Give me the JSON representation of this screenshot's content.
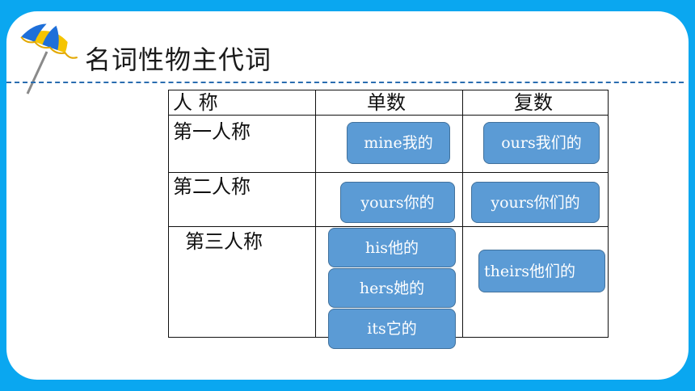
{
  "title": "名词性物主代词",
  "table": {
    "headers": [
      "人 称",
      "单数",
      "复数"
    ],
    "rows": [
      {
        "person": "第一人称",
        "singular": [
          "mine我的"
        ],
        "plural": "ours我们的"
      },
      {
        "person": "第二人称",
        "singular": [
          "yours你的"
        ],
        "plural": "yours你们的"
      },
      {
        "person": "第三人称",
        "singular": [
          "his他的",
          "hers她的",
          "its它的"
        ],
        "plural": "theirs他们的"
      }
    ]
  },
  "colors": {
    "background": "#0aa7f0",
    "pill": "#5b9bd5",
    "pill_border": "#41719c",
    "dash": "#2a6db0"
  },
  "icons": {
    "logo": "beach-umbrella-icon"
  }
}
